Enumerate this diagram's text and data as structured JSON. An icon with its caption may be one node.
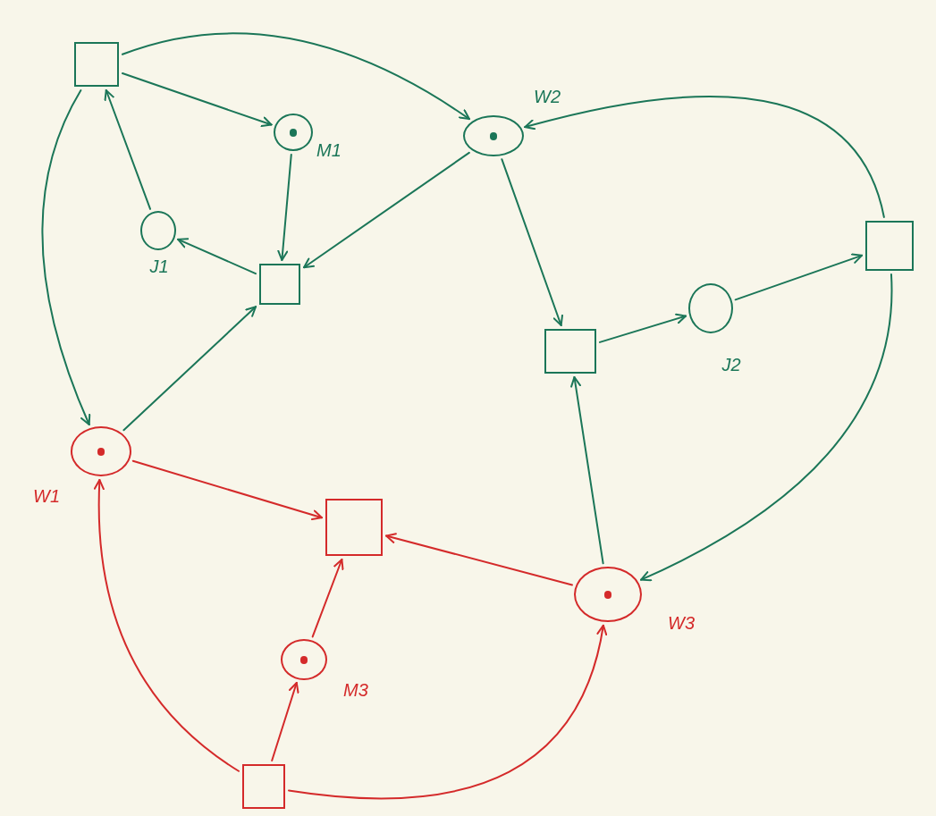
{
  "diagram": {
    "nodes": [
      {
        "text": [],
        "shape": "box"
      },
      {
        "text": [],
        "shape": "circle",
        "beside": [
          "M1"
        ]
      },
      {
        "text": [],
        "shape": "circle",
        "beside": [
          "W2"
        ]
      },
      {
        "text": [],
        "shape": "circle",
        "beside": [
          "J1"
        ]
      },
      {
        "text": [],
        "shape": "box"
      },
      {
        "text": [],
        "shape": "box"
      },
      {
        "text": [],
        "shape": "circle",
        "beside": [
          "J2"
        ]
      },
      {
        "text": [],
        "shape": "box"
      },
      {
        "text": [],
        "shape": "circle",
        "beside": [
          "W1"
        ]
      },
      {
        "text": [],
        "shape": "box"
      },
      {
        "text": [],
        "shape": "circle",
        "beside": [
          "W3"
        ]
      },
      {
        "text": [],
        "shape": "circle",
        "beside": [
          "M3"
        ]
      },
      {
        "text": [],
        "shape": "box"
      }
    ],
    "edges": [
      {
        "from": 0,
        "to": 2,
        "arrow": "to"
      },
      {
        "from": 0,
        "to": 1,
        "arrow": "to"
      },
      {
        "from": 3,
        "to": 0,
        "arrow": "to"
      },
      {
        "from": 0,
        "to": 8,
        "arrow": "to"
      },
      {
        "from": 1,
        "to": 4,
        "arrow": "to"
      },
      {
        "from": 4,
        "to": 3,
        "arrow": "to"
      },
      {
        "from": 2,
        "to": 4,
        "arrow": "to"
      },
      {
        "from": 8,
        "to": 4,
        "arrow": "to"
      },
      {
        "from": 2,
        "to": 7,
        "arrow": "to"
      },
      {
        "from": 7,
        "to": 6,
        "arrow": "to"
      },
      {
        "from": 6,
        "to": 5,
        "arrow": "to"
      },
      {
        "from": 5,
        "to": 2,
        "arrow": "to"
      },
      {
        "from": 5,
        "to": 10,
        "arrow": "to"
      },
      {
        "from": 10,
        "to": 7,
        "arrow": "to"
      },
      {
        "from": 8,
        "to": 9,
        "arrow": "to",
        "color": "#d42a2a"
      },
      {
        "from": 10,
        "to": 9,
        "arrow": "to",
        "color": "#d42a2a"
      },
      {
        "from": 11,
        "to": 9,
        "arrow": "to",
        "color": "#d42a2a"
      },
      {
        "from": 12,
        "to": 11,
        "arrow": "to",
        "color": "#d42a2a"
      },
      {
        "from": 12,
        "to": 8,
        "arrow": "to",
        "color": "#d42a2a"
      },
      {
        "from": 12,
        "to": 10,
        "arrow": "to",
        "color": "#d42a2a"
      }
    ]
  }
}
